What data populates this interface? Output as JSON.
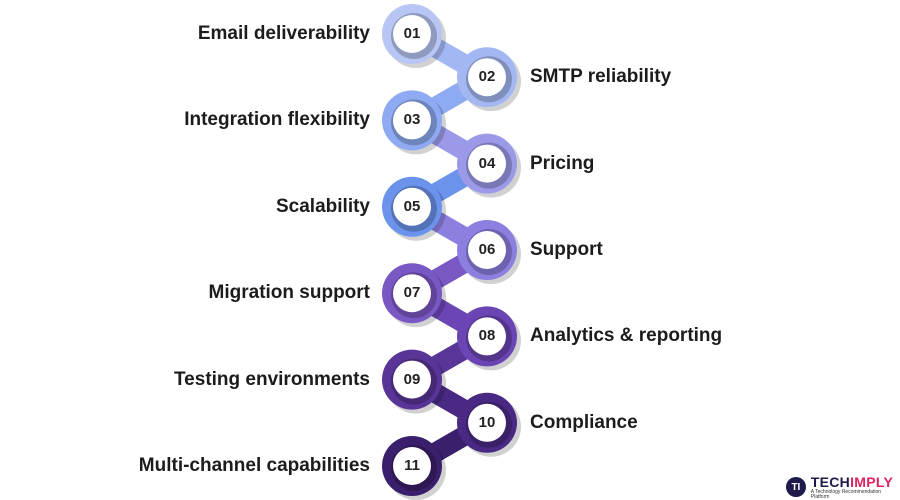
{
  "steps": [
    {
      "num": "01",
      "label": "Email deliverability",
      "color": "#b8c6f5"
    },
    {
      "num": "02",
      "label": "SMTP reliability",
      "color": "#a3b8f3"
    },
    {
      "num": "03",
      "label": "Integration flexibility",
      "color": "#8eaaf2"
    },
    {
      "num": "04",
      "label": "Pricing",
      "color": "#9a9ae8"
    },
    {
      "num": "05",
      "label": "Scalability",
      "color": "#6b93ec"
    },
    {
      "num": "06",
      "label": "Support",
      "color": "#8b7fe0"
    },
    {
      "num": "07",
      "label": "Migration support",
      "color": "#7a58c4"
    },
    {
      "num": "08",
      "label": "Analytics & reporting",
      "color": "#6b45b4"
    },
    {
      "num": "09",
      "label": "Testing environments",
      "color": "#5a3598"
    },
    {
      "num": "10",
      "label": "Compliance",
      "color": "#4a2984"
    },
    {
      "num": "11",
      "label": "Multi-channel capabilities",
      "color": "#3a1f6c"
    }
  ],
  "logo": {
    "brand_main": "TECH",
    "brand_accent": "IMPLY",
    "mark": "TI",
    "tagline": "A Technology Recommendation Platform",
    "brand_color": "#1e1b4b",
    "accent_color": "#e0245e"
  }
}
